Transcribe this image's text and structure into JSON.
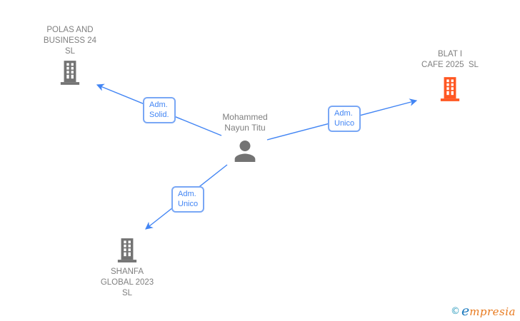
{
  "person": {
    "name_lines": [
      "Mohammed",
      "Nayun Titu"
    ]
  },
  "companies": [
    {
      "id": "polas",
      "label_lines": [
        "POLAS AND",
        "BUSINESS 24",
        "SL"
      ],
      "icon_color": "#737373"
    },
    {
      "id": "blat",
      "label_lines": [
        "BLAT I",
        "CAFE 2025  SL"
      ],
      "icon_color": "#ff5722"
    },
    {
      "id": "shanfa",
      "label_lines": [
        "SHANFA",
        "GLOBAL 2023",
        "SL"
      ],
      "icon_color": "#737373"
    }
  ],
  "edges": [
    {
      "from": "Mohammed Nayun Titu",
      "to": "POLAS AND BUSINESS 24 SL",
      "label_lines": [
        "Adm.",
        "Solid."
      ]
    },
    {
      "from": "Mohammed Nayun Titu",
      "to": "BLAT I CAFE 2025 SL",
      "label_lines": [
        "Adm.",
        "Unico"
      ]
    },
    {
      "from": "Mohammed Nayun Titu",
      "to": "SHANFA GLOBAL 2023 SL",
      "label_lines": [
        "Adm.",
        "Unico"
      ]
    }
  ],
  "watermark": {
    "copyright": "©",
    "brand_initial": "e",
    "brand_rest": "mpresia"
  },
  "colors": {
    "edge": "#4285f4",
    "badge_border": "#79a7f5",
    "badge_text": "#4285f4",
    "label_gray": "#7f7f7f",
    "icon_gray": "#737373",
    "icon_orange": "#ff5722",
    "watermark_teal": "#2d9cbe",
    "watermark_blue": "#1878be",
    "watermark_orange": "#e87a1e"
  }
}
